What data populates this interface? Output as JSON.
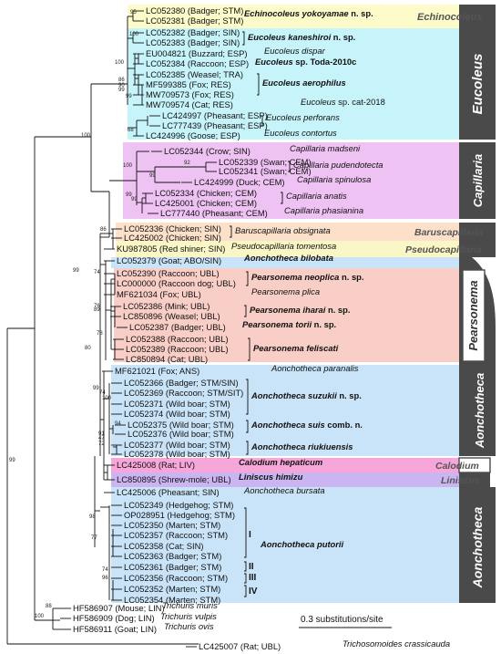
{
  "colors": {
    "echinocoleus": "#FDFBC9",
    "eucoleus": "#C6F4FA",
    "capillaria": "#EEC2F2",
    "baruscapillaria": "#FCE0C9",
    "pseudocapillaria": "#FAF6C6",
    "pearsonema": "#F8CEC6",
    "aonchotheca": "#C9E4F8",
    "calodium": "#F7A6D9",
    "liniscus": "#CBB5F1",
    "group_bar": "#4A4A4A"
  },
  "groups": {
    "echinocoleus": "Echinocoleus",
    "eucoleus": "Eucoleus",
    "capillaria": "Capillaria",
    "baruscapillaria": "Baruscapillaria",
    "pseudocapillaria": "Pseudocapillaria",
    "pearsonema": "Pearsonema",
    "aonchotheca1": "Aonchotheca",
    "calodium": "Calodium",
    "liniscus": "Liniscus",
    "aonchotheca2": "Aonchotheca"
  },
  "taxa": [
    {
      "id": "LC052380",
      "host": "(Badger; STM)"
    },
    {
      "id": "LC052381",
      "host": "(Badger; STM)"
    },
    {
      "id": "LC052382",
      "host": "(Badger; SIN)"
    },
    {
      "id": "LC052383",
      "host": "(Badger; SIN)"
    },
    {
      "id": "EU004821",
      "host": "(Buzzard; ESP)"
    },
    {
      "id": "LC052384",
      "host": "(Raccoon; ESP)"
    },
    {
      "id": "LC052385",
      "host": "(Weasel; TRA)"
    },
    {
      "id": "MF599385",
      "host": "(Fox; RES)"
    },
    {
      "id": "MW709573",
      "host": "(Fox; RES)"
    },
    {
      "id": "MW709574",
      "host": "(Cat; RES)"
    },
    {
      "id": "LC424997",
      "host": "(Pheasant; ESP)"
    },
    {
      "id": "LC777439",
      "host": "(Pheasant; ESP)"
    },
    {
      "id": "LC424996",
      "host": "(Goose; ESP)"
    },
    {
      "id": "LC052344",
      "host": "(Crow; SIN)"
    },
    {
      "id": "LC052339",
      "host": "(Swan; CEM)"
    },
    {
      "id": "LC052341",
      "host": "(Swan; CEM)"
    },
    {
      "id": "LC424999",
      "host": "(Duck; CEM)"
    },
    {
      "id": "LC052334",
      "host": "(Chicken; CEM)"
    },
    {
      "id": "LC425001",
      "host": "(Chicken; CEM)"
    },
    {
      "id": "LC777440",
      "host": "(Pheasant; CEM)"
    },
    {
      "id": "LC052336",
      "host": "(Chicken; SIN)"
    },
    {
      "id": "LC425002",
      "host": "(Chicken; SIN)"
    },
    {
      "id": "KU987805",
      "host": "(Red shiner; SIN)"
    },
    {
      "id": "LC052379",
      "host": "(Goat; ABO/SIN)"
    },
    {
      "id": "LC052390",
      "host": "(Raccoon; UBL)"
    },
    {
      "id": "LC000000",
      "host": "(Raccoon dog; UBL)"
    },
    {
      "id": "MF621034",
      "host": "(Fox; UBL)"
    },
    {
      "id": "LC052386",
      "host": "(Mink; UBL)"
    },
    {
      "id": "LC850896",
      "host": "(Weasel; UBL)"
    },
    {
      "id": "LC052387",
      "host": "(Badger; UBL)"
    },
    {
      "id": "LC052388",
      "host": "(Raccoon; UBL)"
    },
    {
      "id": "LC052389",
      "host": "(Raccoon; UBL)"
    },
    {
      "id": "LC850894",
      "host": "(Cat; UBL)"
    },
    {
      "id": "MF621021",
      "host": "(Fox; ANS)"
    },
    {
      "id": "LC052366",
      "host": "(Badger; STM/SIN)"
    },
    {
      "id": "LC052369",
      "host": "(Raccoon; STM/SIT)"
    },
    {
      "id": "LC052371",
      "host": "(Wild boar; STM)"
    },
    {
      "id": "LC052374",
      "host": "(Wild boar; STM)"
    },
    {
      "id": "LC052375",
      "host": "(Wild boar; STM)"
    },
    {
      "id": "LC052376",
      "host": "(Wild boar; STM)"
    },
    {
      "id": "LC052377",
      "host": "(Wild boar; STM)"
    },
    {
      "id": "LC052378",
      "host": "(Wild boar; STM)"
    },
    {
      "id": "LC425008",
      "host": "(Rat; LIV)"
    },
    {
      "id": "LC850895",
      "host": "(Shrew-mole; UBL)"
    },
    {
      "id": "LC425006",
      "host": "(Pheasant; SIN)"
    },
    {
      "id": "LC052349",
      "host": "(Hedgehog; STM)"
    },
    {
      "id": "OP028951",
      "host": "(Hedgehog; STM)"
    },
    {
      "id": "LC052350",
      "host": "(Marten; STM)"
    },
    {
      "id": "LC052357",
      "host": "(Raccoon; STM)"
    },
    {
      "id": "LC052358",
      "host": "(Cat; SIN)"
    },
    {
      "id": "LC052363",
      "host": "(Badger; STM)"
    },
    {
      "id": "LC052361",
      "host": "(Badger; STM)"
    },
    {
      "id": "LC052356",
      "host": "(Raccoon; STM)"
    },
    {
      "id": "LC052352",
      "host": "(Marten; STM)"
    },
    {
      "id": "LC052354",
      "host": "(Marten; STM)"
    },
    {
      "id": "HF586907",
      "host": "(Mouse; LIN)"
    },
    {
      "id": "HF586909",
      "host": "(Dog; LIN)"
    },
    {
      "id": "HF586911",
      "host": "(Goat; LIN)"
    },
    {
      "id": "LC425007",
      "host": "(Rat; UBL)"
    }
  ],
  "species": [
    {
      "name": "Echinocoleus yokoyamae",
      "suffix": " n. sp.",
      "bold": true
    },
    {
      "name": "Eucoleus kaneshiroi",
      "suffix": " n. sp.",
      "bold": true
    },
    {
      "name": "Eucoleus dispar",
      "suffix": "",
      "bold": false
    },
    {
      "name": "Eucoleus",
      "suffix": " sp. Toda-2010c",
      "bold": true
    },
    {
      "name": "Eucoleus aerophilus",
      "suffix": "",
      "bold": true
    },
    {
      "name": "Eucoleus",
      "suffix": " sp. cat-2018",
      "bold": false
    },
    {
      "name": "Eucoleus perforans",
      "suffix": "",
      "bold": false
    },
    {
      "name": "Eucoleus contortus",
      "suffix": "",
      "bold": false
    },
    {
      "name": "Capillaria madseni",
      "suffix": "",
      "bold": false
    },
    {
      "name": "Capillaria pudendotecta",
      "suffix": "",
      "bold": false
    },
    {
      "name": "Capillaria spinulosa",
      "suffix": "",
      "bold": false
    },
    {
      "name": "Capillaria anatis",
      "suffix": "",
      "bold": false
    },
    {
      "name": "Capillaria phasianina",
      "suffix": "",
      "bold": false
    },
    {
      "name": "Baruscapillaria obsignata",
      "suffix": "",
      "bold": false
    },
    {
      "name": "Pseudocapillaria tomentosa",
      "suffix": "",
      "bold": false
    },
    {
      "name": "Aonchotheca bilobata",
      "suffix": "",
      "bold": true
    },
    {
      "name": "Pearsonema neoplica",
      "suffix": " n. sp.",
      "bold": true
    },
    {
      "name": "Pearsonema plica",
      "suffix": "",
      "bold": false
    },
    {
      "name": "Pearsonema iharai",
      "suffix": " n. sp.",
      "bold": true
    },
    {
      "name": "Pearsonema torii",
      "suffix": " n. sp.",
      "bold": true
    },
    {
      "name": "Pearsonema feliscati",
      "suffix": "",
      "bold": true
    },
    {
      "name": "Aonchotheca paranalis",
      "suffix": "",
      "bold": false
    },
    {
      "name": "Aonchotheca suzukii",
      "suffix": " n. sp.",
      "bold": true
    },
    {
      "name": "Aonchotheca suis",
      "suffix": " comb. n.",
      "bold": true
    },
    {
      "name": "Aonchotheca riukiuensis",
      "suffix": "",
      "bold": true
    },
    {
      "name": "Calodium hepaticum",
      "suffix": "",
      "bold": true
    },
    {
      "name": "Liniscus himizu",
      "suffix": "",
      "bold": true
    },
    {
      "name": "Aonchotheca bursata",
      "suffix": "",
      "bold": false
    },
    {
      "name": "Aonchotheca putorii",
      "suffix": "",
      "bold": true
    },
    {
      "name": "Trichuris muris",
      "suffix": "",
      "bold": false
    },
    {
      "name": "Trichuris vulpis",
      "suffix": "",
      "bold": false
    },
    {
      "name": "Trichuris ovis",
      "suffix": "",
      "bold": false
    },
    {
      "name": "Trichosomoides crassicauda",
      "suffix": "",
      "bold": false
    }
  ],
  "subclades": [
    "I",
    "II",
    "III",
    "IV"
  ],
  "bootstrap": [
    "95",
    "100",
    "100",
    "86",
    "90",
    "99",
    "99",
    "68",
    "100",
    "100",
    "92",
    "99",
    "99",
    "99",
    "86",
    "74",
    "76",
    "89",
    "78",
    "80",
    "99",
    "74",
    "100",
    "94",
    "91",
    "47",
    "72",
    "98",
    "77",
    "74",
    "96",
    "88",
    "100",
    "99",
    "99"
  ],
  "scale_label": "0.3 substitutions/site"
}
